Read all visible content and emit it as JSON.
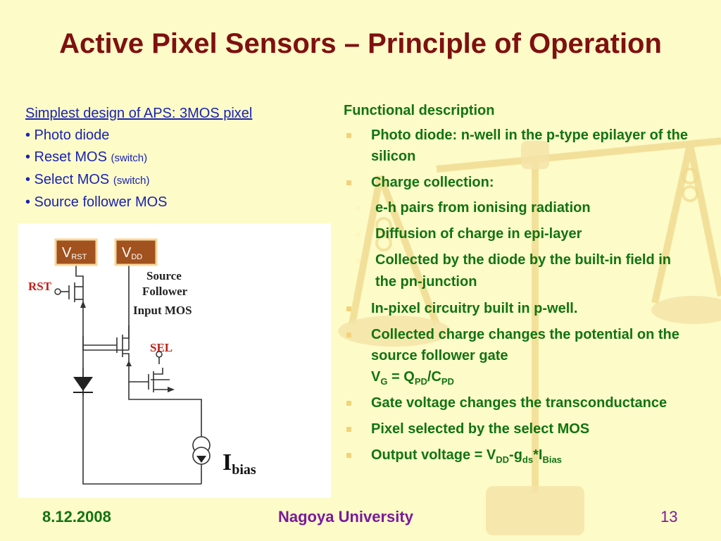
{
  "slide": {
    "title": "Active Pixel Sensors – Principle of Operation",
    "left": {
      "heading": "Simplest design of APS: 3MOS pixel",
      "items": [
        {
          "text": "• Photo diode",
          "note": ""
        },
        {
          "text": "• Reset MOS ",
          "note": "(switch)"
        },
        {
          "text": "• Select MOS ",
          "note": "(switch)"
        },
        {
          "text": "• Source follower MOS",
          "note": ""
        }
      ]
    },
    "diagram": {
      "vrst_main": "V",
      "vrst_sub": "RST",
      "vdd_main": "V",
      "vdd_sub": "DD",
      "rst_label": "RST",
      "sf_line1": "Source",
      "sf_line2": "Follower",
      "sf_line3": "Input MOS",
      "sel_label": "SEL",
      "ibias_main": "I",
      "ibias_sub": "bias"
    },
    "right": {
      "heading": "Functional description",
      "b1": "Photo diode: n-well in the p-type epilayer of the silicon",
      "b2": "Charge collection:",
      "s1": "e-h pairs from ionising radiation",
      "s2": "Diffusion of charge in epi-layer",
      "s3": "Collected by the diode by the built-in field in the pn-junction",
      "b3": "In-pixel circuitry built in p-well.",
      "b4": "Collected charge changes the potential on the source follower gate",
      "b4_f1": "V",
      "b4_f2": "G",
      "b4_f3": " = Q",
      "b4_f4": "PD",
      "b4_f5": "/C",
      "b4_f6": "PD",
      "b5": "Gate voltage changes the transconductance",
      "b6": "Pixel selected by the select MOS",
      "b7_f1": "Output voltage = V",
      "b7_f2": "DD",
      "b7_f3": "-g",
      "b7_f4": "ds",
      "b7_f5": "*I",
      "b7_f6": "Bias"
    },
    "footer": {
      "date": "8.12.2008",
      "university": "Nagoya University",
      "page": "13"
    }
  }
}
